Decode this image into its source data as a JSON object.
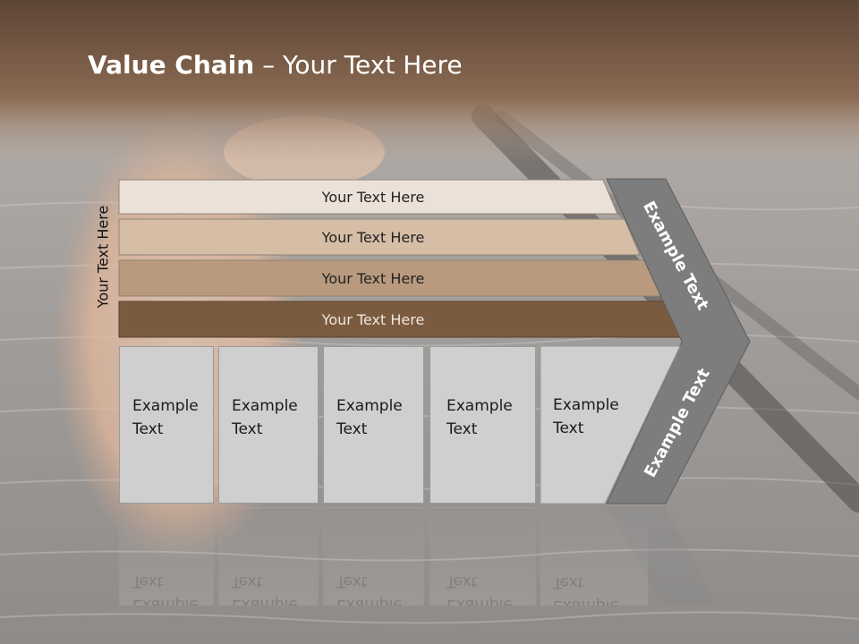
{
  "slide": {
    "title_bold": "Value Chain",
    "title_rest": " – Your Text Here",
    "vertical_label": "Your Text Here",
    "bars": [
      {
        "label": "Your Text Here",
        "color": "#ebe1d8"
      },
      {
        "label": "Your Text Here",
        "color": "#d6bda6"
      },
      {
        "label": "Your Text Here",
        "color": "#b99a7e"
      },
      {
        "label": "Your Text Here",
        "color": "#7b5b40"
      }
    ],
    "boxes": [
      {
        "line1": "Example",
        "line2": "Text"
      },
      {
        "line1": "Example",
        "line2": "Text"
      },
      {
        "line1": "Example",
        "line2": "Text"
      },
      {
        "line1": "Example",
        "line2": "Text"
      },
      {
        "line1": "Example",
        "line2": "Text"
      }
    ],
    "chevron_top_label": "Example Text",
    "chevron_bottom_label": "Example Text",
    "colors": {
      "header": "#6b5040",
      "chevron": "#7d7d7d",
      "box": "#cfcfcf"
    }
  }
}
